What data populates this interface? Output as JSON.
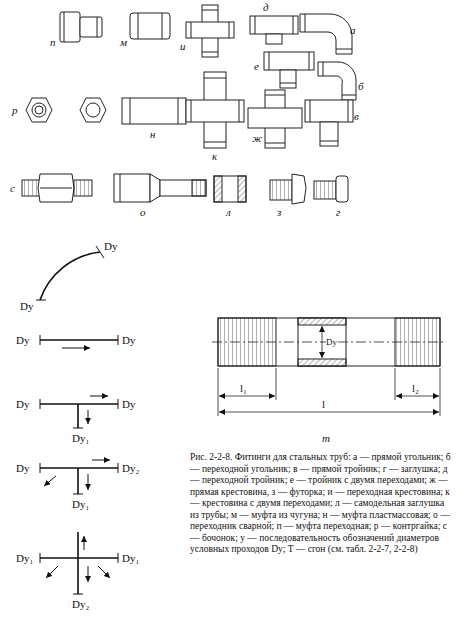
{
  "diagram": {
    "caption": "Рис. 2-2-8. Фитинги для стальных труб: а — прямой угольник; б — переходной угольник; в — прямой тройник; г — заглушка; д — переходной тройник; е — тройник с двумя переходами; ж — прямая крестовина, з — футорка; и — переходная крестовина; к — крестовина с двумя переходами; л — самодельная заглушка из трубы; м — муфта из чугуна; н — муфта пластмассовая; о — переходник сварной; п — муфта переходная; р — контргайка; с — бочонок; у — последовательность обозначений диаметров условных проходов Dу; Т — сгон (см. табл. 2-2-7, 2-2-8)",
    "labels": [
      "п",
      "м",
      "и",
      "д",
      "а",
      "е",
      "б",
      "р",
      "н",
      "к",
      "ж",
      "в",
      "с",
      "о",
      "л",
      "з",
      "г",
      "Dy",
      "Dy",
      "Dy",
      "Dy",
      "Dy",
      "Dy",
      "Dy₁",
      "Dy",
      "Dy₂",
      "Dy₁",
      "Dy₁",
      "Dy₁",
      "Dy₂",
      "l₁",
      "l",
      "l₂",
      "Dy",
      "т"
    ]
  }
}
